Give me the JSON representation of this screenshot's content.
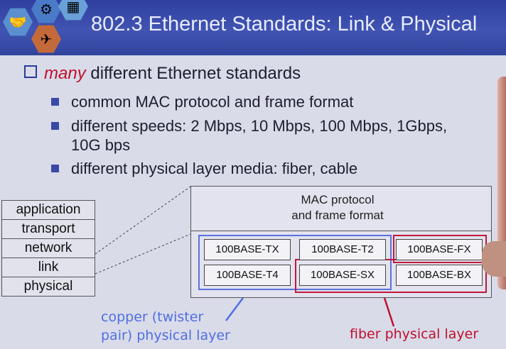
{
  "slide": {
    "title": "802.3 Ethernet Standards: Link & Physical"
  },
  "bullets": {
    "main_emphasis": "many",
    "main_rest": " different Ethernet standards",
    "sub": [
      "common MAC protocol and frame format",
      "different speeds: 2 Mbps, 10 Mbps, 100 Mbps, 1Gbps,",
      "10G bps",
      "different physical layer media: fiber, cable"
    ]
  },
  "stack": {
    "layers": [
      "application",
      "transport",
      "network",
      "link",
      "physical"
    ]
  },
  "mac": {
    "line1": "MAC protocol",
    "line2": "and frame format"
  },
  "standards": [
    "100BASE-TX",
    "100BASE-T2",
    "100BASE-FX",
    "100BASE-T4",
    "100BASE-SX",
    "100BASE-BX"
  ],
  "captions": {
    "copper_line1": "copper (twister",
    "copper_line2": "pair) physical layer",
    "fiber": "fiber physical layer"
  },
  "colors": {
    "header": "#3447a6",
    "copper_group": "#5a72e0",
    "fiber_group": "#c2183a"
  }
}
